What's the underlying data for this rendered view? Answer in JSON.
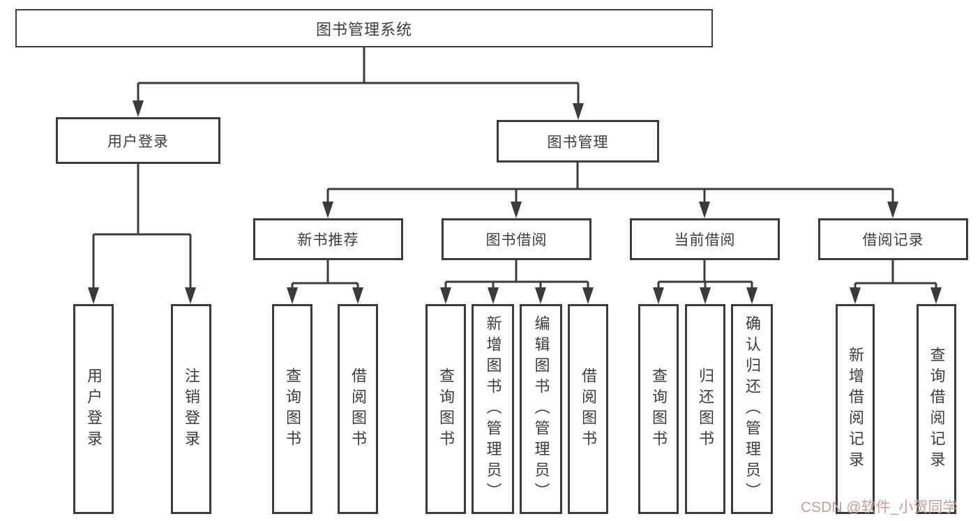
{
  "diagram": {
    "title": "图书管理系统",
    "root": {
      "label": "图书管理系统"
    },
    "level2": [
      {
        "label": "用户登录"
      },
      {
        "label": "图书管理"
      }
    ],
    "level3": [
      {
        "label": "新书推荐"
      },
      {
        "label": "图书借阅"
      },
      {
        "label": "当前借阅"
      },
      {
        "label": "借阅记录"
      }
    ],
    "leaves": [
      {
        "label": "用户登录",
        "parent": "用户登录"
      },
      {
        "label": "注销登录",
        "parent": "用户登录"
      },
      {
        "label": "查询图书",
        "parent": "新书推荐"
      },
      {
        "label": "借阅图书",
        "parent": "新书推荐"
      },
      {
        "label": "查询图书",
        "parent": "图书借阅"
      },
      {
        "label": "新增图书（管理员）",
        "parent": "图书借阅"
      },
      {
        "label": "编辑图书（管理员）",
        "parent": "图书借阅"
      },
      {
        "label": "借阅图书",
        "parent": "图书借阅"
      },
      {
        "label": "查询图书",
        "parent": "当前借阅"
      },
      {
        "label": "归还图书",
        "parent": "当前借阅"
      },
      {
        "label": "确认归还（管理员）",
        "parent": "当前借阅"
      },
      {
        "label": "新增借阅记录",
        "parent": "借阅记录"
      },
      {
        "label": "查询借阅记录",
        "parent": "借阅记录"
      }
    ]
  },
  "watermark": {
    "text": "CSDN @软件_小贺同学"
  },
  "colors": {
    "line": "#3b3b3b",
    "text": "#3c3c3c",
    "watermark": "#c99c9c",
    "background": "#ffffff"
  }
}
